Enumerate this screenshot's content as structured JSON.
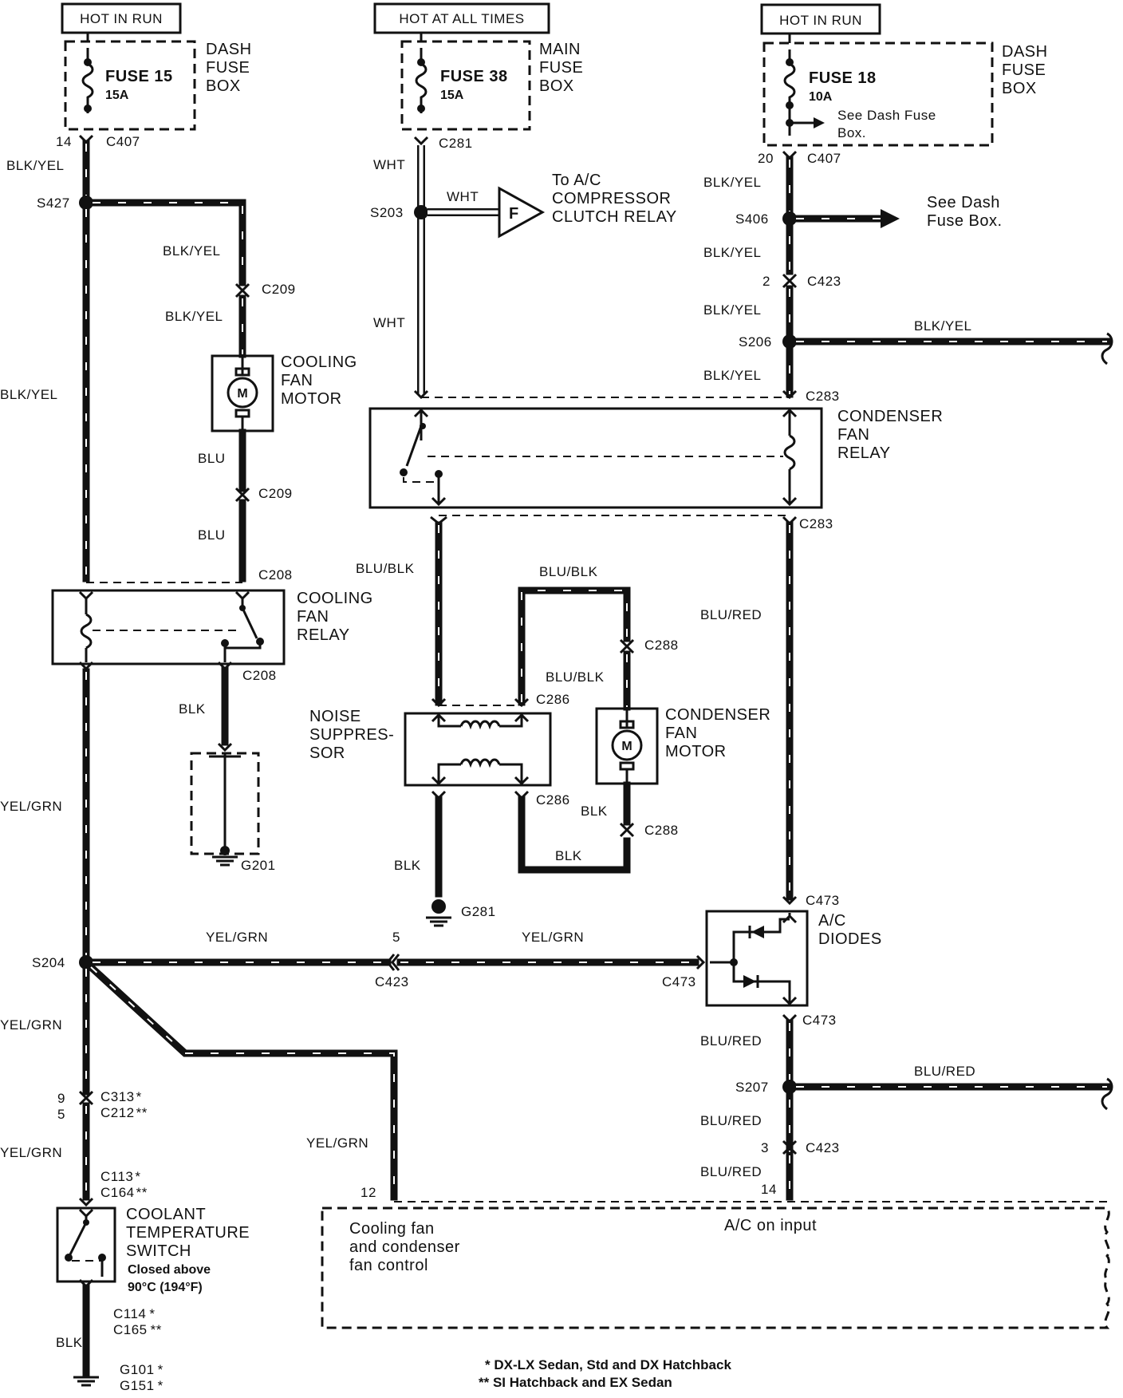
{
  "diagram": {
    "sources": [
      {
        "tag": "HOT IN RUN",
        "fuse": "FUSE 15",
        "amps": "15A",
        "box": [
          "DASH",
          "FUSE",
          "BOX"
        ]
      },
      {
        "tag": "HOT AT ALL TIMES",
        "fuse": "FUSE 38",
        "amps": "15A",
        "box": [
          "MAIN",
          "FUSE",
          "BOX"
        ]
      },
      {
        "tag": "HOT IN RUN",
        "fuse": "FUSE 18",
        "amps": "10A",
        "box": [
          "DASH",
          "FUSE",
          "BOX"
        ],
        "note": [
          "See Dash Fuse",
          "Box."
        ]
      }
    ],
    "components": {
      "cooling_fan_motor": [
        "COOLING",
        "FAN",
        "MOTOR"
      ],
      "motor_symbol": "M",
      "cooling_fan_relay": [
        "COOLING",
        "FAN",
        "RELAY"
      ],
      "condenser_fan_relay": [
        "CONDENSER",
        "FAN",
        "RELAY"
      ],
      "noise_suppressor": [
        "NOISE",
        "SUPPRES-",
        "SOR"
      ],
      "condenser_fan_motor": [
        "CONDENSER",
        "FAN",
        "MOTOR"
      ],
      "ac_diodes": [
        "A/C",
        "DIODES"
      ],
      "coolant_switch": [
        "COOLANT",
        "TEMPERATURE",
        "SWITCH"
      ],
      "coolant_switch_note": [
        "Closed above",
        "90°C (194°F)"
      ],
      "to_ac_compressor": [
        "To A/C",
        "COMPRESSOR",
        "CLUTCH RELAY"
      ],
      "to_ac_symbol": "F",
      "see_dash_fuse_box": [
        "See Dash",
        "Fuse Box."
      ],
      "control_unit": [
        "Cooling fan",
        "and condenser",
        "fan control"
      ],
      "control_unit_input": "A/C on input"
    },
    "wire_colors": {
      "blk_yel": "BLK/YEL",
      "wht": "WHT",
      "blu": "BLU",
      "blk": "BLK",
      "yel_grn": "YEL/GRN",
      "blu_blk": "BLU/BLK",
      "blu_red": "BLU/RED"
    },
    "connectors": {
      "c407": "C407",
      "c281": "C281",
      "c209": "C209",
      "c208": "C208",
      "c283": "C283",
      "c286": "C286",
      "c288": "C288",
      "c423": "C423",
      "c473": "C473",
      "c313": "C313",
      "c212": "C212",
      "c113": "C113",
      "c164": "C164",
      "c114": "C114",
      "c165": "C165"
    },
    "splices": {
      "s427": "S427",
      "s203": "S203",
      "s406": "S406",
      "s206": "S206",
      "s204": "S204",
      "s207": "S207"
    },
    "grounds": {
      "g201": "G201",
      "g281": "G281",
      "g101": "G101",
      "g151": "G151"
    },
    "pins": {
      "p14": "14",
      "p20": "20",
      "p2": "2",
      "p5": "5",
      "p9": "9",
      "p3": "3",
      "p12": "12",
      "p14b": "14"
    },
    "marks": {
      "single": "*",
      "double": "**"
    },
    "notes": [
      "* DX-LX Sedan, Std and DX Hatchback",
      "** SI Hatchback and EX Sedan"
    ]
  }
}
